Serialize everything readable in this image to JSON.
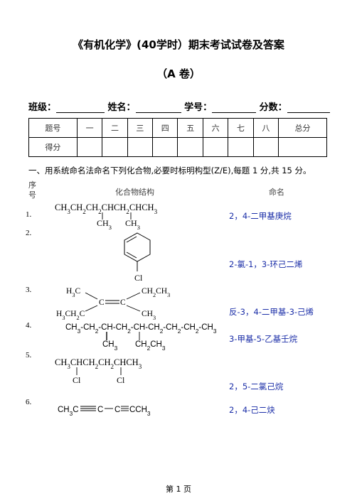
{
  "doc": {
    "title": "《有机化学》(40学时）期末考试试卷及答案",
    "subtitle": "（A 卷）",
    "labels": {
      "class": "班级：",
      "name": "姓名：",
      "id": "学号：",
      "score": "分数："
    }
  },
  "score_table": {
    "row1": [
      "题号",
      "一",
      "二",
      "三",
      "四",
      "五",
      "六",
      "七",
      "八",
      "总分"
    ],
    "row2_label": "得分"
  },
  "section1": {
    "heading": "一、用系统命名法命名下列化合物,必要时标明构型(Z/E),每题 1 分,共 15 分。",
    "col_seq": [
      "序",
      "号"
    ],
    "col_structure": "化合物结构",
    "col_name": "命名",
    "items": [
      {
        "num": "1.",
        "answer": "2，4-二甲基庚烷"
      },
      {
        "num": "2.",
        "answer": "2-氯-1，3-环己二烯"
      },
      {
        "num": "3.",
        "answer": "反-3，4-二甲基-3-己烯"
      },
      {
        "num": "4.",
        "answer": "3-甲基-5-乙基壬烷"
      },
      {
        "num": "5.",
        "answer": "2，5-二氯己烷"
      },
      {
        "num": "6.",
        "answer": "2，4-己二炔"
      }
    ]
  },
  "formulas": {
    "f1_main": "CH3CH2CH2CHCH2CHCH3",
    "f1_sub": [
      "CH3",
      "CH3"
    ],
    "f2_sub": "Cl",
    "f3_groups": [
      "H3C",
      "CH2CH3",
      "H3CH2C",
      "CH3"
    ],
    "f3_atoms": [
      "C",
      "C"
    ],
    "f4_main": "CH3-CH2-CH-CH2-CH-CH2-CH2-CH2-CH3",
    "f4_sub": [
      "CH3",
      "CH2CH3"
    ],
    "f5_main": "CH3CHCH2CH2CHCH3",
    "f5_sub": [
      "Cl",
      "Cl"
    ],
    "f6_parts": [
      "CH3C",
      "C",
      "C",
      "CCH3"
    ]
  },
  "footer": "第 1 页"
}
